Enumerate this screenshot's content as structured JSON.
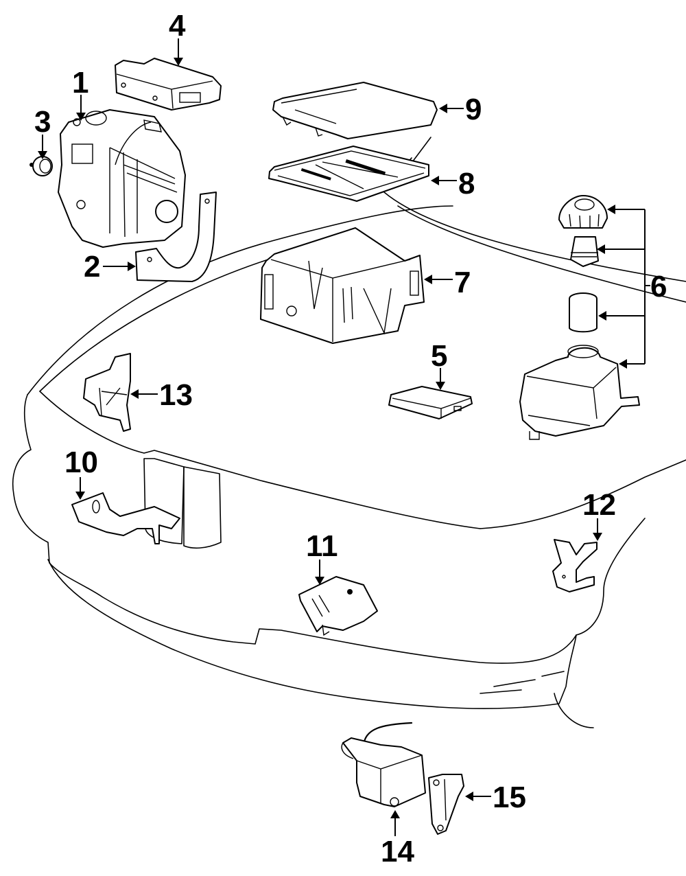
{
  "diagram": {
    "type": "exploded-parts-diagram",
    "subject": "Front end of vehicle with ABS modulator, relay/fuse box and reservoir components",
    "callouts": [
      {
        "id": "1",
        "label": "1",
        "points_to": "abs-modulator-valve-fitting"
      },
      {
        "id": "2",
        "label": "2",
        "points_to": "modulator-mounting-bracket"
      },
      {
        "id": "3",
        "label": "3",
        "points_to": "modulator-plug-seal"
      },
      {
        "id": "4",
        "label": "4",
        "points_to": "abs-control-module"
      },
      {
        "id": "5",
        "label": "5",
        "points_to": "relay-module"
      },
      {
        "id": "6",
        "label": "6",
        "points_to": [
          "reservoir-cap",
          "reservoir-strainer",
          "reservoir-filter",
          "reservoir-tank"
        ]
      },
      {
        "id": "7",
        "label": "7",
        "points_to": "fuse-box-lower-housing"
      },
      {
        "id": "8",
        "label": "8",
        "points_to": "fuse-box-panel"
      },
      {
        "id": "9",
        "label": "9",
        "points_to": "fuse-box-cover"
      },
      {
        "id": "10",
        "label": "10",
        "points_to": "left-bracket"
      },
      {
        "id": "11",
        "label": "11",
        "points_to": "center-mount-bracket"
      },
      {
        "id": "12",
        "label": "12",
        "points_to": "right-clip-bracket"
      },
      {
        "id": "13",
        "label": "13",
        "points_to": "upper-left-bracket"
      },
      {
        "id": "14",
        "label": "14",
        "points_to": "pump-motor-assembly"
      },
      {
        "id": "15",
        "label": "15",
        "points_to": "pump-motor-bracket"
      }
    ]
  }
}
